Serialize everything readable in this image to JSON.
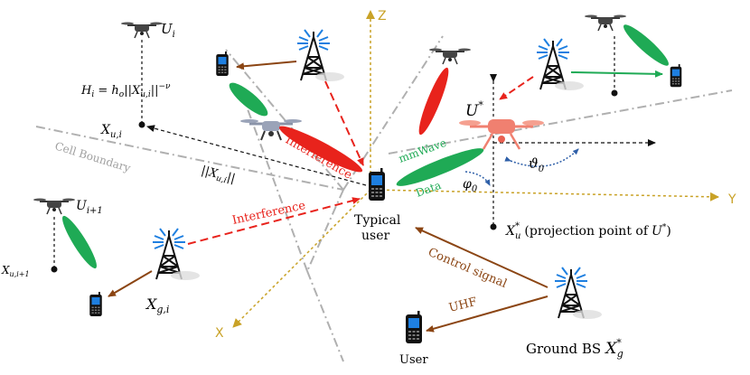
{
  "labels": {
    "z_axis": "Z",
    "y_axis": "Y",
    "x_axis": "X",
    "u_i": "U",
    "u_i_sub": "i",
    "h_i": "H",
    "h_i_sub": "i",
    "h_i_rhs": " = h",
    "h_i_rhs_sub": "o",
    "h_i_norm": "||X",
    "h_i_norm_sub": "u,i",
    "h_i_norm_tail": "||",
    "h_i_exp": "−ν",
    "x_ui": "X",
    "x_ui_sub": "u,i",
    "norm_x_ui": "||X",
    "norm_x_ui_sub": "u,i",
    "norm_x_ui_tail": "||",
    "cell_boundary": "Cell Boundary",
    "interference_1": "Interference",
    "interference_2": "Interference",
    "mmwave": "mmWave",
    "data": "Data",
    "phi": "φ",
    "phi_sub": "0",
    "theta": "ϑ",
    "theta_sub": "0",
    "u_star": "U",
    "u_star_sup": "*",
    "x_u_star": "X",
    "x_u_star_sub": "u",
    "x_u_star_sup": "*",
    "projection_text": "(projection point of",
    "projection_u": "U",
    "projection_u_sup": "*",
    "projection_close": ")",
    "typical_user_1": "Typical",
    "typical_user_2": "user",
    "u_i1": "U",
    "u_i1_sub": "i+1",
    "x_ui1": "X",
    "x_ui1_sub": "u,i+1",
    "x_gi": "X",
    "x_gi_sub": "g,i",
    "control_signal": "Control signal",
    "uhf": "UHF",
    "user": "User",
    "ground_bs": "Ground BS",
    "x_g_star": "X",
    "x_g_star_sub": "g",
    "x_g_star_sup": "*"
  },
  "colors": {
    "axis": "#c9a227",
    "interference": "#e8231c",
    "control": "#8b4513",
    "green": "#1faa55",
    "dotted_blue": "#2e5fa8",
    "boundary": "#b0b0b0",
    "phone": "#1e7fe0"
  }
}
